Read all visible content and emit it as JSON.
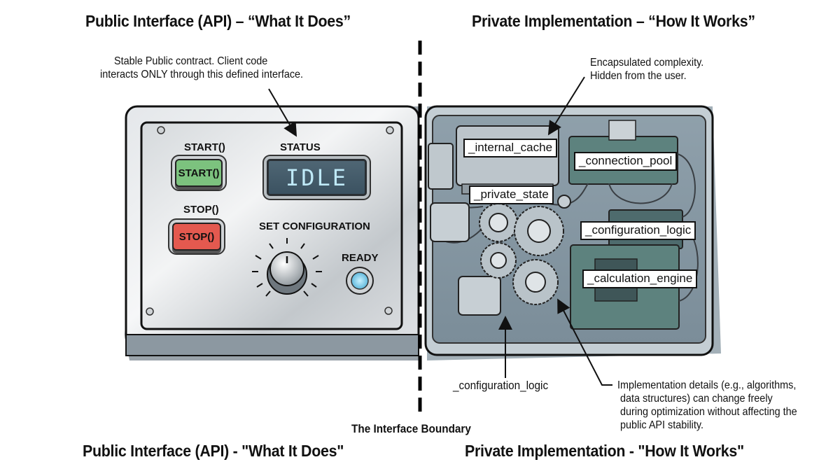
{
  "headings": {
    "public_top": "Public Interface (API) – “What It Does”",
    "private_top": "Private Implementation – “How It Works”",
    "public_bottom": "Public Interface (API) - \"What It Does\"",
    "private_bottom": "Private Implementation - \"How It Works\""
  },
  "annotations": {
    "public_contract_line1": "Stable Public contract. Client code",
    "public_contract_line2": "interacts ONLY through this defined interface.",
    "encapsulated_line1": "Encapsulated complexity.",
    "encapsulated_line2": "Hidden from the user.",
    "boundary": "The Interface Boundary",
    "config_logic_callout": "_configuration_logic",
    "impl_details": [
      "Implementation details (e.g., algorithms,",
      "data structures) can change freely",
      "during optimization without affecting the",
      "public API stability."
    ]
  },
  "panel": {
    "start_label": "START()",
    "start_button": "START()",
    "stop_label": "STOP()",
    "stop_button": "STOP()",
    "status_label": "STATUS",
    "status_value": "IDLE",
    "config_label": "SET CONFIGURATION",
    "ready_label": "READY",
    "colors": {
      "start": "#7cc27e",
      "stop": "#e4594f",
      "lcd_text": "#bfe9f7",
      "ready_led": "#8fd9f5"
    }
  },
  "internals": {
    "tags": [
      "_internal_cache",
      "_connection_pool",
      "_private_state",
      "_configuration_logic",
      "_calculation_engine"
    ]
  }
}
